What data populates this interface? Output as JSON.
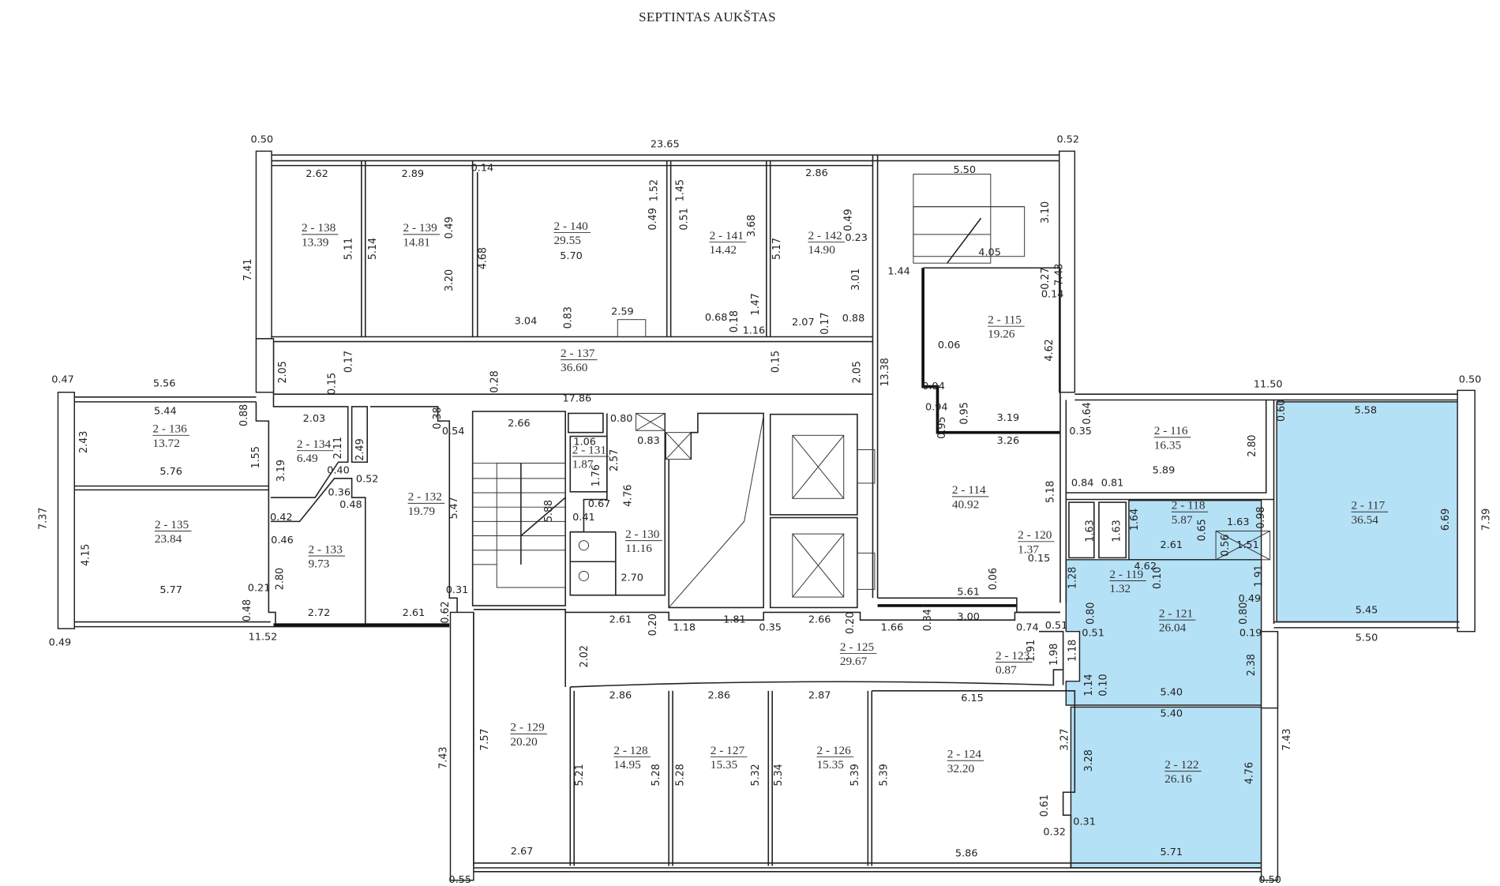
{
  "title": "SEPTINTAS AUKŠTAS",
  "highlight_color": "#b5e1f6",
  "rooms": [
    {
      "id": "2 - 138",
      "area": "13.39"
    },
    {
      "id": "2 - 139",
      "area": "14.81"
    },
    {
      "id": "2 - 140",
      "area": "29.55"
    },
    {
      "id": "2 - 141",
      "area": "14.42"
    },
    {
      "id": "2 - 142",
      "area": "14.90"
    },
    {
      "id": "2 - 137",
      "area": "36.60"
    },
    {
      "id": "2 - 136",
      "area": "13.72"
    },
    {
      "id": "2 - 134",
      "area": "6.49"
    },
    {
      "id": "2 - 132",
      "area": "19.79"
    },
    {
      "id": "2 - 135",
      "area": "23.84"
    },
    {
      "id": "2 - 133",
      "area": "9.73"
    },
    {
      "id": "2 - 131",
      "area": "1.87"
    },
    {
      "id": "2 - 130",
      "area": "11.16"
    },
    {
      "id": "2 - 115",
      "area": "19.26"
    },
    {
      "id": "2 - 116",
      "area": "16.35"
    },
    {
      "id": "2 - 114",
      "area": "40.92"
    },
    {
      "id": "2 - 117",
      "area": "36.54"
    },
    {
      "id": "2 - 118",
      "area": "5.87"
    },
    {
      "id": "2 - 120",
      "area": "1.37"
    },
    {
      "id": "2 - 119",
      "area": "1.32"
    },
    {
      "id": "2 - 121",
      "area": "26.04"
    },
    {
      "id": "2 - 125",
      "area": "29.67"
    },
    {
      "id": "2 - 123",
      "area": "0.87"
    },
    {
      "id": "2 - 129",
      "area": "20.20"
    },
    {
      "id": "2 - 128",
      "area": "14.95"
    },
    {
      "id": "2 - 127",
      "area": "15.35"
    },
    {
      "id": "2 - 126",
      "area": "15.35"
    },
    {
      "id": "2 - 124",
      "area": "32.20"
    },
    {
      "id": "2 - 122",
      "area": "26.16"
    }
  ],
  "dimensions": [
    "0.50",
    "23.65",
    "0.52",
    "2.62",
    "2.89",
    "0.14",
    "2.86",
    "5.50",
    "1.52",
    "1.45",
    "0.49",
    "0.49",
    "0.51",
    "3.68",
    "0.49",
    "0.23",
    "5.11",
    "5.14",
    "4.68",
    "5.70",
    "5.17",
    "3.10",
    "4.05",
    "7.41",
    "3.20",
    "3.01",
    "1.44",
    "7.43",
    "0.27",
    "0.14",
    "3.04",
    "0.83",
    "2.59",
    "0.68",
    "0.18",
    "1.16",
    "1.47",
    "2.07",
    "0.17",
    "0.88",
    "0.06",
    "4.62",
    "0.17",
    "0.15",
    "2.05",
    "0.15",
    "0.28",
    "2.05",
    "13.38",
    "17.86",
    "0.47",
    "5.56",
    "11.50",
    "0.50",
    "0.94",
    "0.94",
    "0.95",
    "0.95",
    "3.19",
    "3.26",
    "0.64",
    "0.35",
    "0.60",
    "5.58",
    "5.44",
    "0.88",
    "2.03",
    "0.38",
    "0.54",
    "2.66",
    "0.80",
    "0.83",
    "1.06",
    "2.57",
    "2.43",
    "1.55",
    "2.11",
    "2.49",
    "2.80",
    "5.76",
    "5.89",
    "3.19",
    "0.40",
    "0.52",
    "0.36",
    "0.48",
    "1.76",
    "5.18",
    "6.69",
    "7.39",
    "7.37",
    "5.47",
    "5.88",
    "4.76",
    "0.67",
    "0.41",
    "0.84",
    "0.81",
    "1.64",
    "1.63",
    "0.98",
    "1.63",
    "1.63",
    "0.65",
    "2.61",
    "0.56",
    "1.51",
    "0.42",
    "0.46",
    "4.15",
    "2.80",
    "0.15",
    "4.62",
    "0.10",
    "1.28",
    "1.91",
    "0.49",
    "2.70",
    "5.77",
    "0.21",
    "0.31",
    "0.48",
    "2.72",
    "2.61",
    "0.62",
    "5.61",
    "0.06",
    "0.80",
    "0.80",
    "5.45",
    "3.00",
    "0.34",
    "2.61",
    "0.20",
    "1.18",
    "1.81",
    "0.35",
    "2.66",
    "0.20",
    "1.66",
    "0.74",
    "0.51",
    "0.51",
    "0.19",
    "11.52",
    "0.49",
    "5.50",
    "1.18",
    "2.02",
    "1.91",
    "1.98",
    "2.38",
    "1.14",
    "0.10",
    "5.40",
    "5.40",
    "2.86",
    "2.86",
    "2.87",
    "6.15",
    "7.57",
    "7.43",
    "3.27",
    "3.28",
    "7.43",
    "4.76",
    "5.21",
    "5.28",
    "5.28",
    "5.32",
    "5.34",
    "5.39",
    "5.39",
    "0.61",
    "0.31",
    "0.32",
    "2.67",
    "5.86",
    "5.71",
    "0.55",
    "0.50"
  ]
}
